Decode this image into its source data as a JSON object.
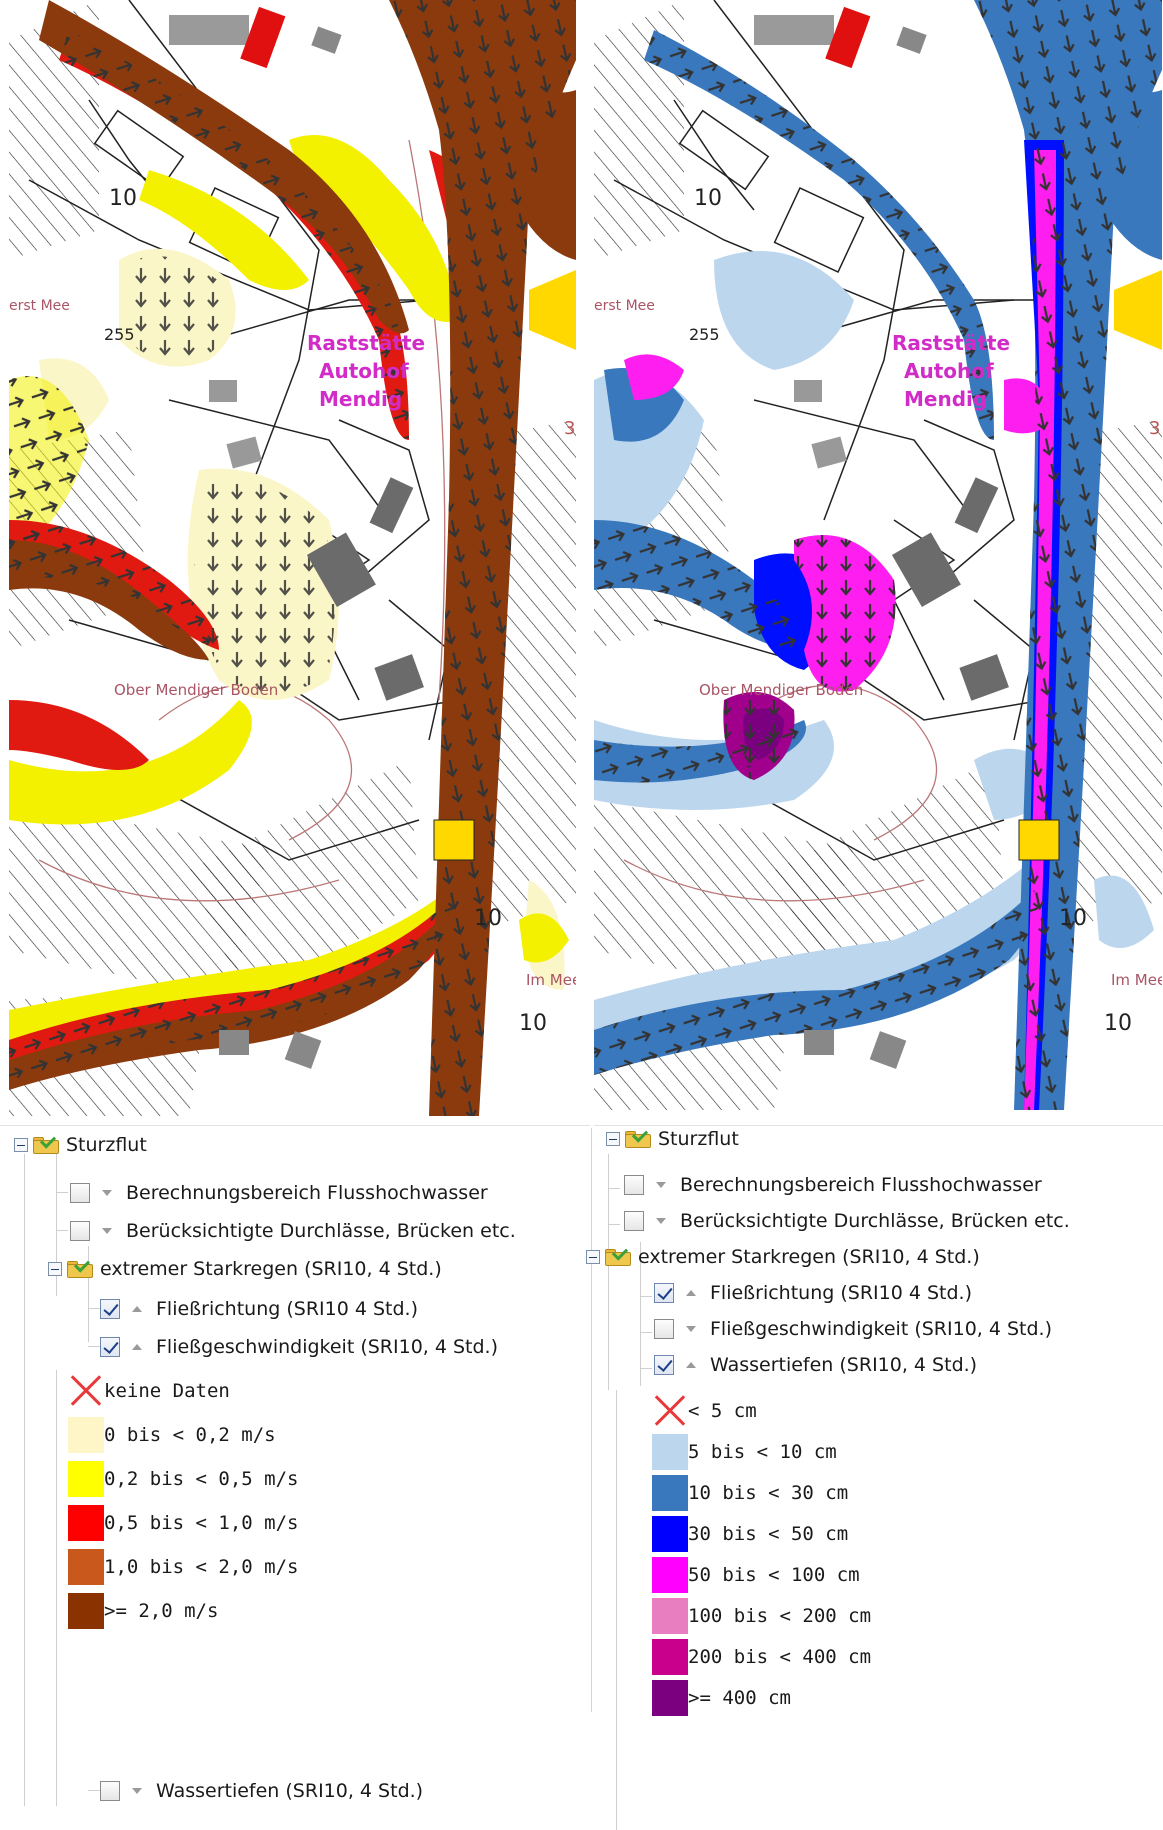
{
  "map_left": {
    "labels": {
      "place_1": "Raststätte",
      "place_2": "Autohof",
      "place_3": "Mendig",
      "elev": "255",
      "field": "Ober Mendiger Boden",
      "contour_1": "10",
      "contour_2": "10",
      "contour_3": "10",
      "road": "Im Mee",
      "edge_num": "3",
      "west_label": "erst Mee"
    }
  },
  "map_right": {
    "labels": {
      "place_1": "Raststätte",
      "place_2": "Autohof",
      "place_3": "Mendig",
      "elev": "255",
      "field": "Ober Mendiger Boden",
      "contour_1": "10",
      "contour_2": "10",
      "contour_3": "10",
      "road": "Im Mee",
      "edge_num": "3",
      "west_label": "erst Mee"
    }
  },
  "left_tree": {
    "root": "Sturzflut",
    "item_1": "Berechnungsbereich Flusshochwasser",
    "item_2": "Berücksichtigte Durchlässe, Brücken etc.",
    "group": "extremer Starkregen (SRI10, 4 Std.)",
    "sub_1": "Fließrichtung (SRI10 4 Std.)",
    "sub_2": "Fließgeschwindigkeit (SRI10, 4 Std.)",
    "sub_3": "Wassertiefen (SRI10, 4 Std.)"
  },
  "left_legend": [
    {
      "label": "keine Daten",
      "color": ""
    },
    {
      "label": "0 bis < 0,2 m/s",
      "color": "#fff6c8"
    },
    {
      "label": "0,2 bis < 0,5 m/s",
      "color": "#ffff00"
    },
    {
      "label": "0,5 bis < 1,0 m/s",
      "color": "#ff0000"
    },
    {
      "label": "1,0 bis < 2,0 m/s",
      "color": "#c8581c"
    },
    {
      "label": ">= 2,0 m/s",
      "color": "#8b3300"
    }
  ],
  "right_tree": {
    "root": "Sturzflut",
    "item_1": "Berechnungsbereich Flusshochwasser",
    "item_2": "Berücksichtigte Durchlässe, Brücken etc.",
    "group": "extremer Starkregen (SRI10, 4 Std.)",
    "sub_1": "Fließrichtung (SRI10 4 Std.)",
    "sub_2": "Fließgeschwindigkeit (SRI10, 4 Std.)",
    "sub_3": "Wassertiefen (SRI10, 4 Std.)"
  },
  "right_legend": [
    {
      "label": "< 5 cm",
      "color": ""
    },
    {
      "label": "5 bis < 10 cm",
      "color": "#bcd6ee"
    },
    {
      "label": "10 bis < 30 cm",
      "color": "#3a78bd"
    },
    {
      "label": "30 bis < 50 cm",
      "color": "#0000ff"
    },
    {
      "label": "50 bis < 100 cm",
      "color": "#ff00ff"
    },
    {
      "label": "100 bis < 200 cm",
      "color": "#e87dbf"
    },
    {
      "label": "200 bis < 400 cm",
      "color": "#c8008c"
    },
    {
      "label": ">= 400 cm",
      "color": "#7a0080"
    }
  ],
  "colors": {
    "flow_main_left": "#8b3a0e",
    "flow_edge_left": "#e01a10",
    "flow_slow_left": "#f3f000",
    "flow_pale_left": "#fbf6c8",
    "depth_main_right": "#3a78bd",
    "depth_pale_right": "#bcd6ee",
    "depth_blue_right": "#0010ff",
    "depth_magenta_right": "#ff1ef0",
    "depth_purple_right": "#a0008c",
    "label_magenta": "#d12cc8",
    "building_gray": "#6b6b6b",
    "building_red": "#e01010",
    "highway_yellow": "#ffd800",
    "arrow_dark": "#3a3a3a"
  }
}
